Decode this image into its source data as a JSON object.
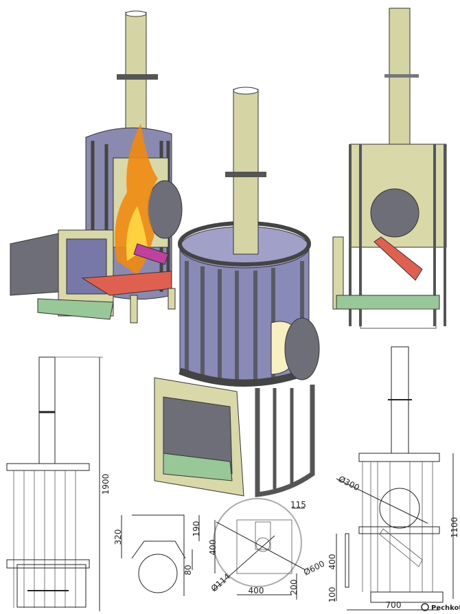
{
  "drawing": {
    "dimensions": {
      "overall_height": "1900",
      "section_height": "320",
      "section_top": "190",
      "section_bottom": "80",
      "top_depth": "400",
      "top_offset": "115",
      "body_diameter": "Ø600",
      "pipe_diameter": "Ø114",
      "top_width": "400",
      "top_rear": "200",
      "tank_diameter": "Ø300",
      "front_height": "1100",
      "door_height": "400",
      "leg_height": "100",
      "front_width": "700"
    },
    "logo_text": "Pechkof",
    "colors": {
      "body": "#d8d8a8",
      "metal": "#6e6e78",
      "glass": "#7878a8",
      "flame": "#f08a10",
      "grate": "#e06050",
      "ashpan": "#98c898"
    }
  }
}
